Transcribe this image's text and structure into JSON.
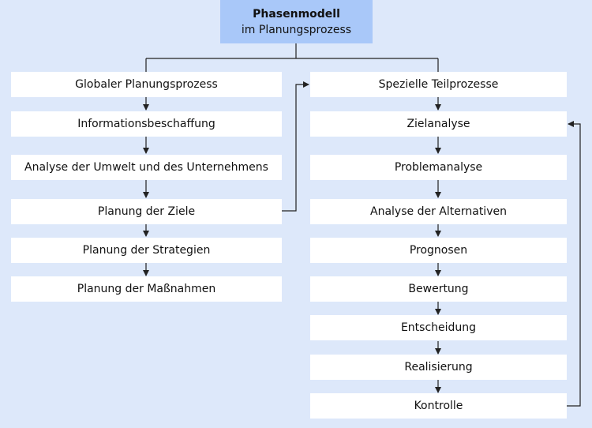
{
  "root": {
    "title": "Phasenmodell",
    "subtitle": "im Planungsprozess"
  },
  "left_column": [
    "Globaler Planungsprozess",
    "Informationsbeschaffung",
    "Analyse der Umwelt und des Unternehmens",
    "Planung der Ziele",
    "Planung der Strategien",
    "Planung der Maßnahmen"
  ],
  "right_column": [
    "Spezielle Teilprozesse",
    "Zielanalyse",
    "Problemanalyse",
    "Analyse der Alternativen",
    "Prognosen",
    "Bewertung",
    "Entscheidung",
    "Realisierung",
    "Kontrolle"
  ],
  "colors": {
    "background": "#dde8fa",
    "root_fill": "#a9c8f9",
    "box_fill": "#ffffff",
    "line": "#222222"
  }
}
